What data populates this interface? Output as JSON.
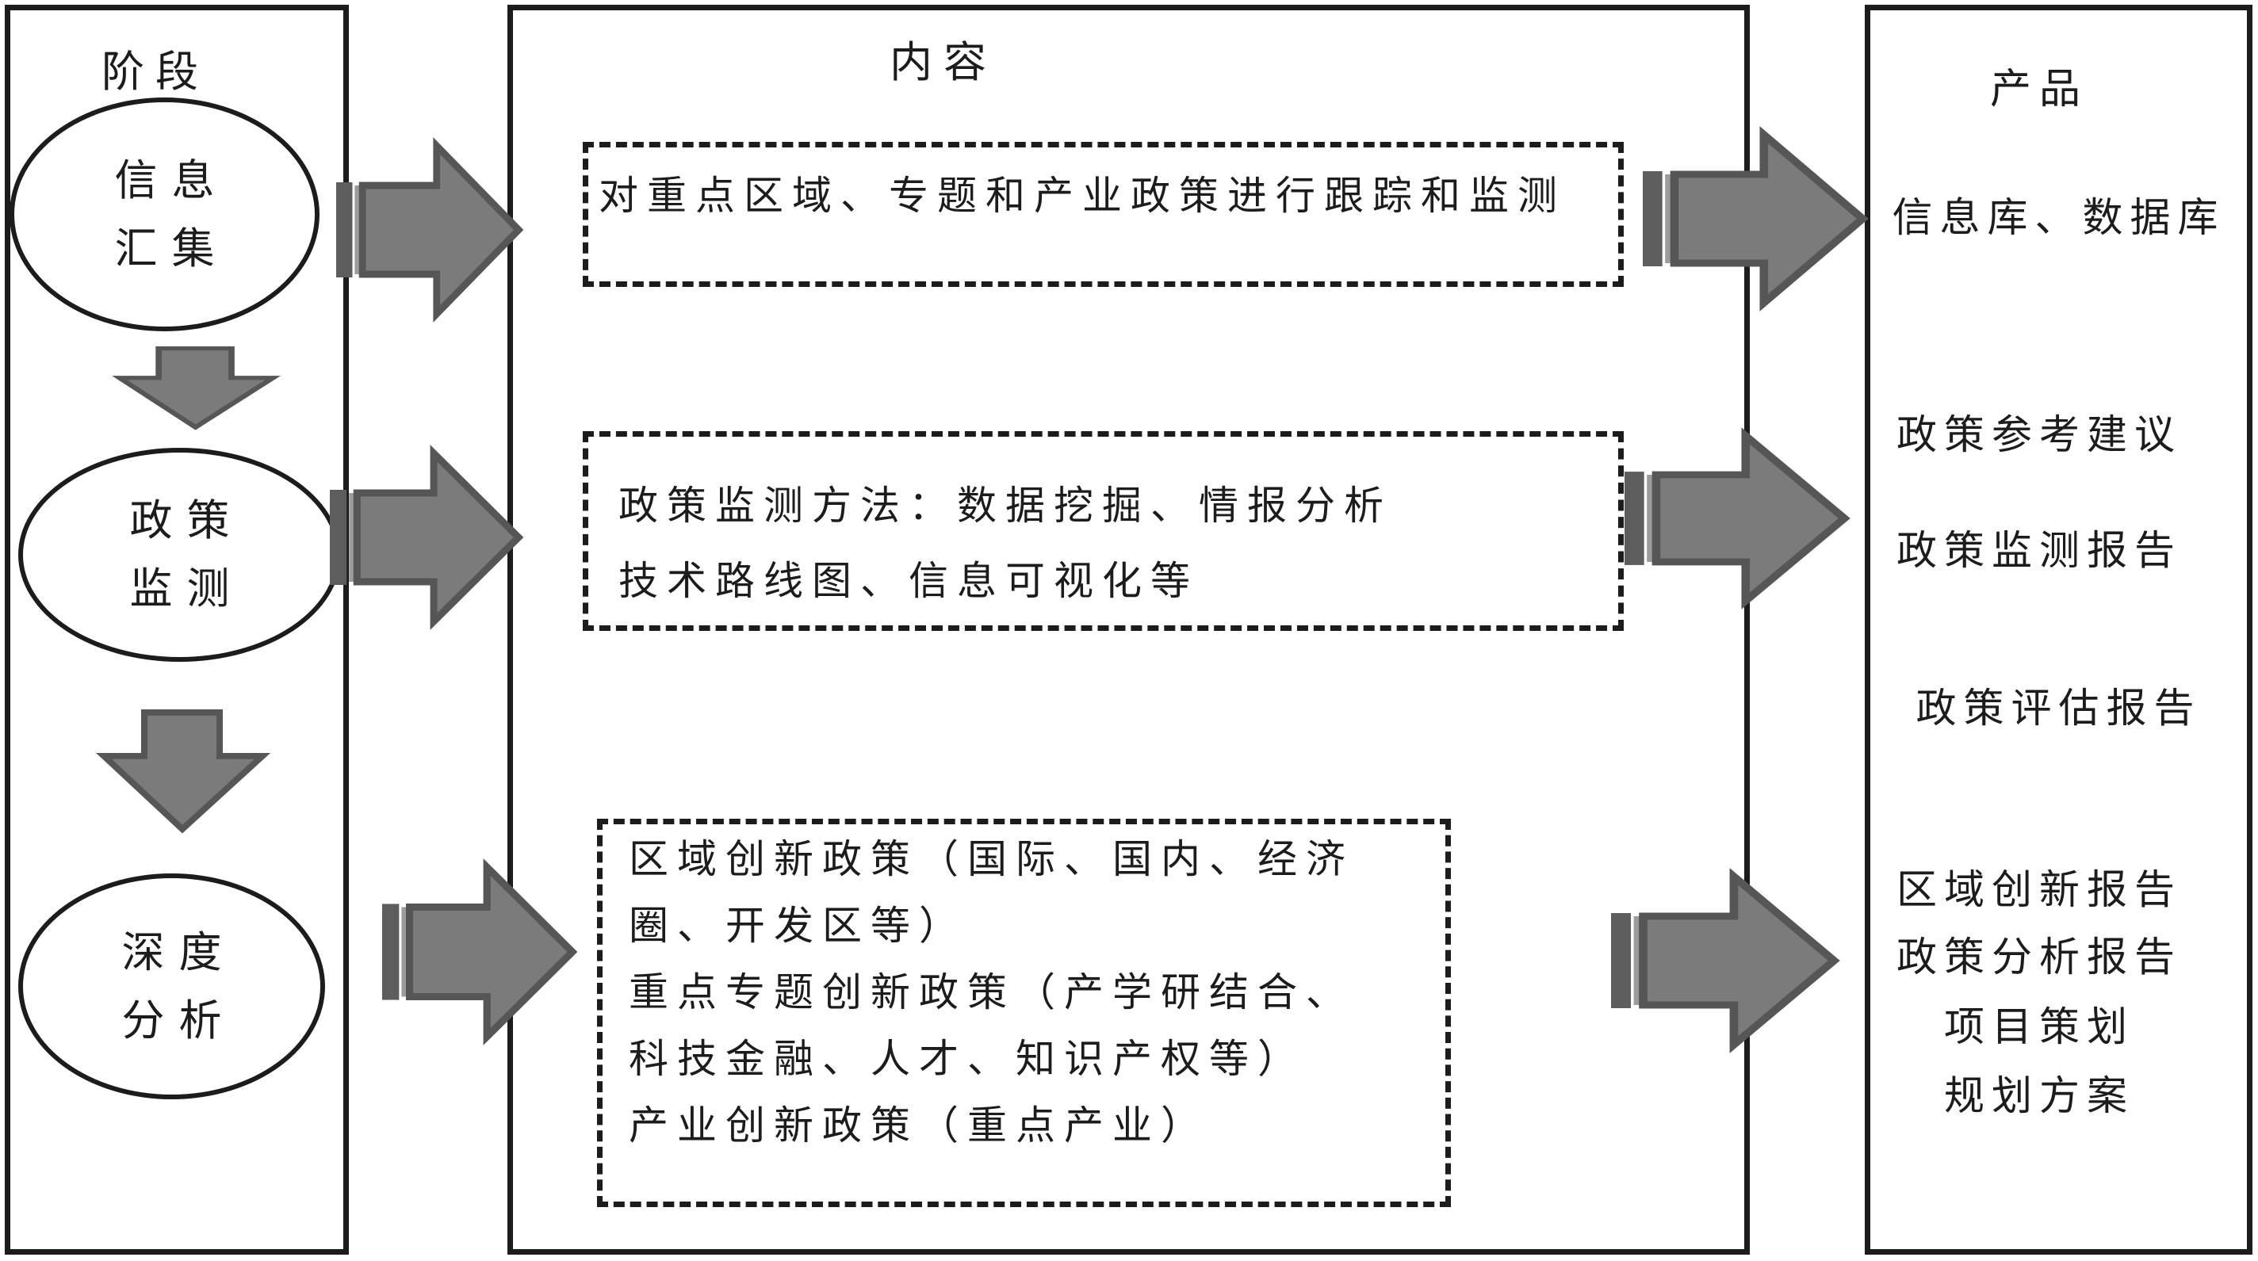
{
  "stage": {
    "header": "阶段",
    "items": [
      [
        "信息",
        "汇集"
      ],
      [
        "政策",
        "监测"
      ],
      [
        "深度",
        "分析"
      ]
    ]
  },
  "content": {
    "header": "内容",
    "boxes": [
      {
        "lines": [
          "对重点区域、专题和产业政策进行跟踪和监测"
        ]
      },
      {
        "lines": [
          "政策监测方法：数据挖掘、情报分析",
          "技术路线图、信息可视化等"
        ]
      },
      {
        "lines": [
          "区域创新政策（国际、国内、经济",
          "圈、开发区等）",
          "重点专题创新政策（产学研结合、",
          "科技金融、人才、知识产权等）",
          "产业创新政策（重点产业）"
        ]
      }
    ]
  },
  "products": {
    "header": "产品",
    "items": [
      "信息库、数据库",
      "政策参考建议",
      "政策监测报告",
      "政策评估报告",
      "区域创新报告",
      "政策分析报告",
      "项目策划",
      "规划方案"
    ]
  },
  "colors": {
    "line": "#1c1c1c",
    "arrow_fill": "#7b7b7b",
    "arrow_stroke": "#565656",
    "stripe_dark": "#5d5d5d",
    "stripe_light": "#9c9c9c"
  }
}
